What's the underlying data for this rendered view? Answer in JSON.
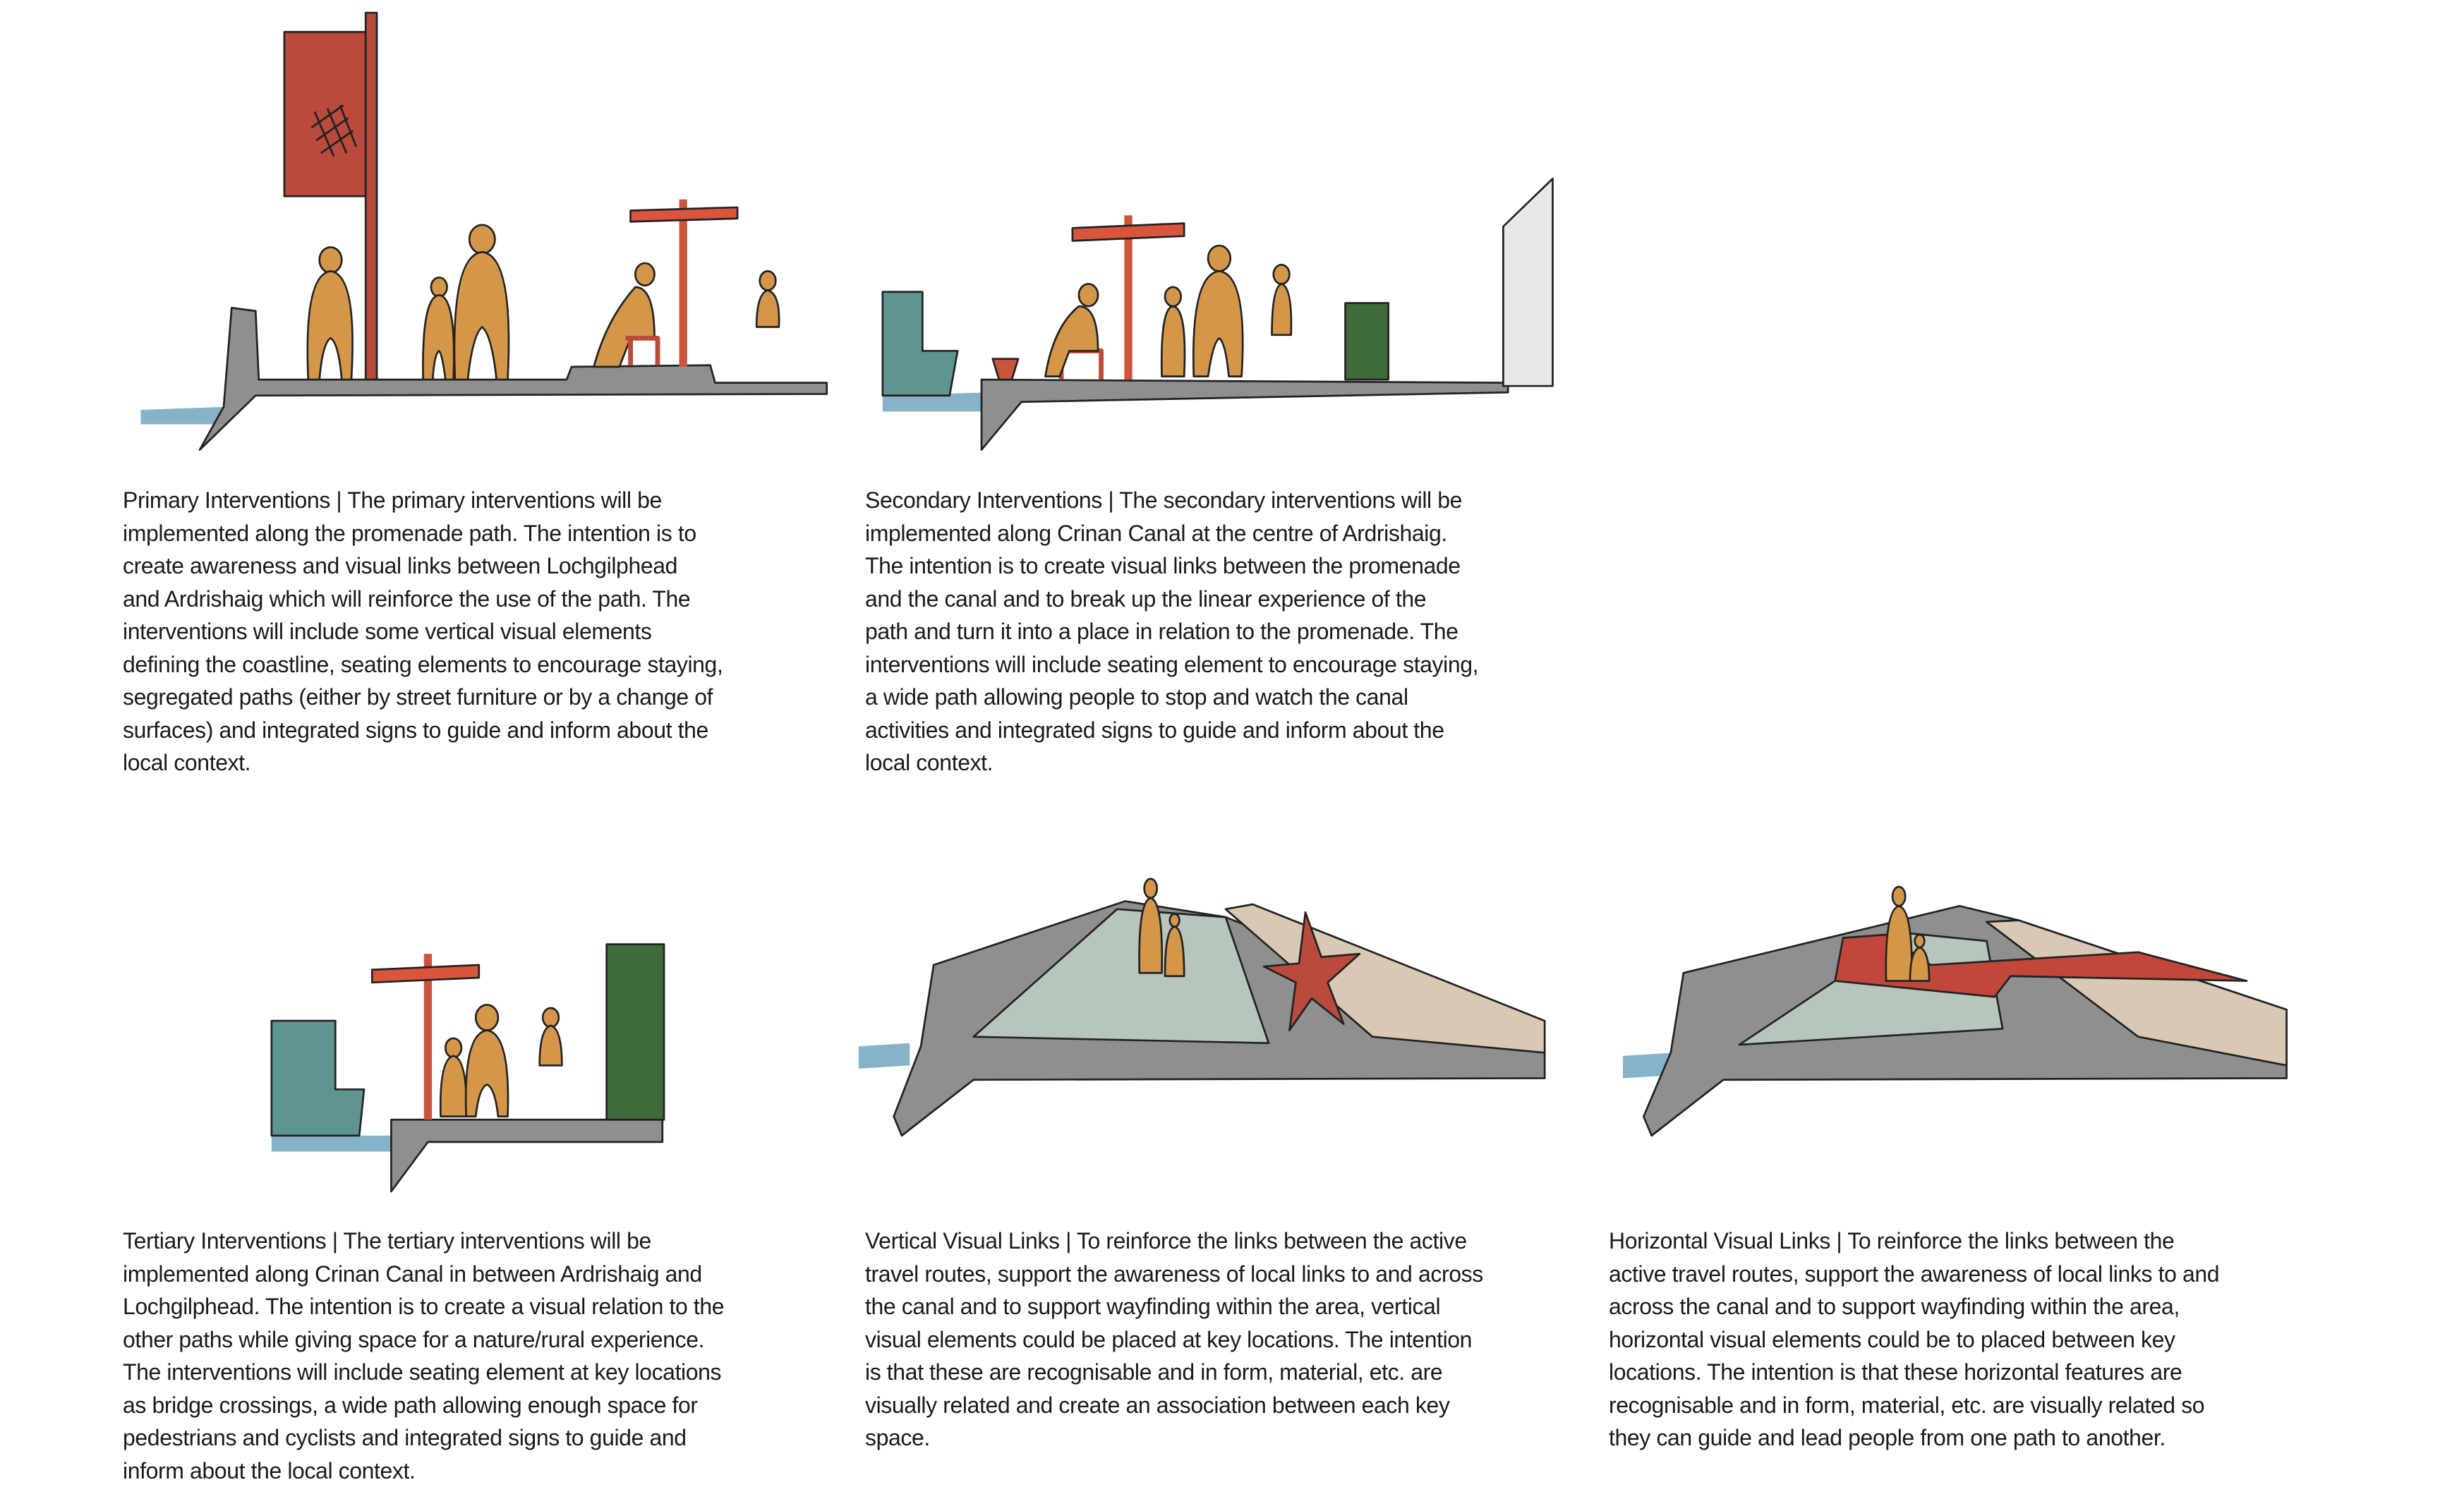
{
  "colors": {
    "person": "#d4974a",
    "red": "#b94a3c",
    "ground": "#8f8f8f",
    "water": "#86b3c8",
    "boat": "#5e9590",
    "hedge": "#3f6b3a",
    "path_green": "#b7c5bd",
    "beige": "#d9c9b4"
  },
  "panels": [
    {
      "id": "primary",
      "lines": [
        "Primary Interventions | The primary interventions will be",
        "implemented along the promenade path. The intention is to",
        "create awareness and visual links between Lochgilphead",
        "and Ardrishaig which will reinforce the use of the path. The",
        "interventions will include some vertical visual elements",
        "defining the coastline, seating elements to encourage staying,",
        "segregated paths (either by street furniture or by a change of",
        "surfaces) and integrated signs to guide and inform about the",
        "local context."
      ]
    },
    {
      "id": "secondary",
      "lines": [
        "Secondary Interventions | The secondary interventions will be",
        "implemented along Crinan Canal at the centre of Ardrishaig.",
        "The intention is to create visual links between the promenade",
        "and the canal and to break up the linear experience of the",
        "path and turn it into a place in relation to the promenade. The",
        "interventions will include seating element to encourage staying,",
        "a wide path allowing people to stop and watch the canal",
        "activities and integrated signs to guide and inform about the",
        "local context."
      ]
    },
    {
      "id": "tertiary",
      "lines": [
        "Tertiary Interventions | The tertiary interventions will be",
        "implemented along Crinan Canal in between Ardrishaig and",
        "Lochgilphead. The intention is to create a visual relation to the",
        "other paths while giving space for a nature/rural experience.",
        "The interventions will include seating element at key locations",
        "as bridge crossings, a wide path allowing enough space for",
        "pedestrians and cyclists and integrated signs to guide and",
        "inform about the local context."
      ]
    },
    {
      "id": "vertical",
      "lines": [
        "Vertical Visual Links | To reinforce the links between the active",
        "travel routes, support the awareness of local links to and across",
        "the canal and to support wayfinding within the area, vertical",
        "visual elements could be placed at key locations. The intention",
        "is that these are recognisable and in form, material, etc. are",
        "visually related and create an association between each key",
        "space."
      ]
    },
    {
      "id": "horizontal",
      "lines": [
        "Horizontal Visual Links | To reinforce the links between the",
        "active travel routes, support the awareness of local links to and",
        "across the canal and to support wayfinding within the area,",
        "horizontal visual elements could be to placed between key",
        "locations. The intention is that these horizontal features are",
        "recognisable and in form, material, etc. are visually related so",
        "they can guide and lead people from one path to another."
      ]
    }
  ]
}
